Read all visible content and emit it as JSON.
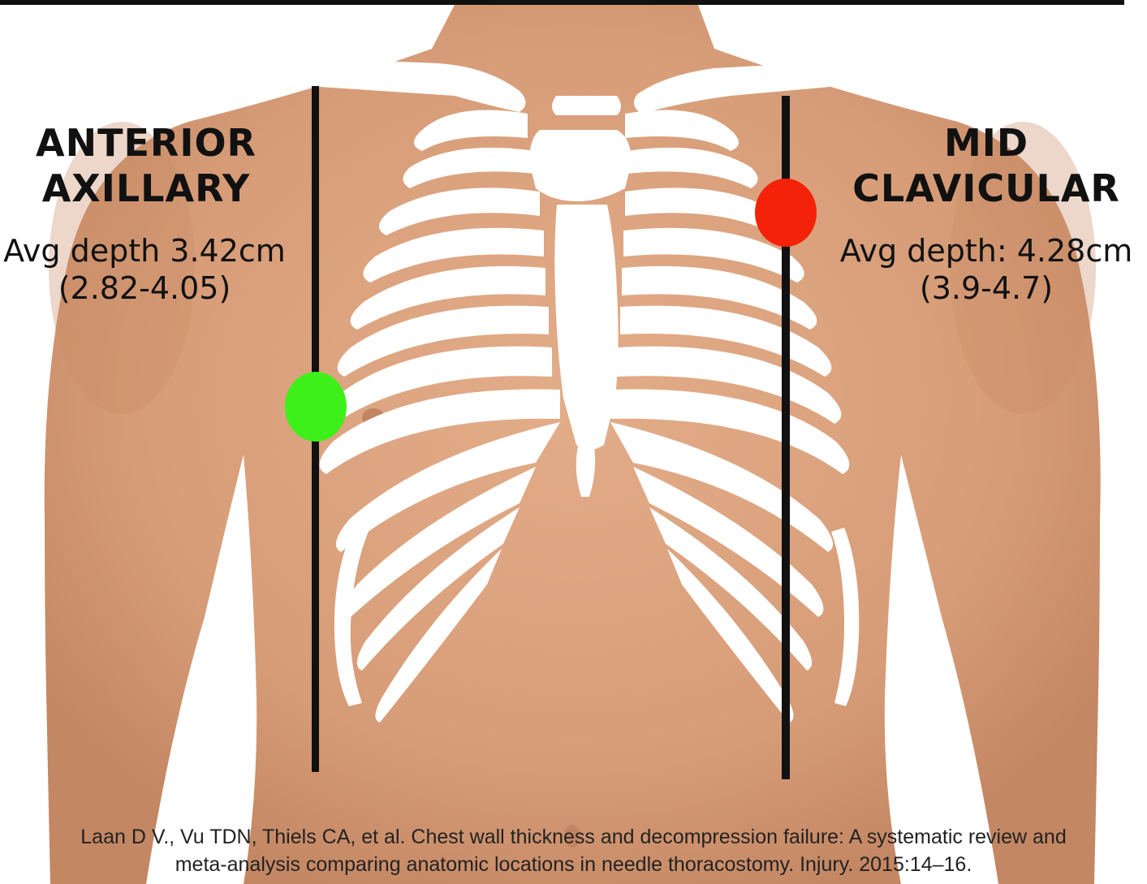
{
  "left_label": {
    "heading_line1": "ANTERIOR",
    "heading_line2": "AXILLARY",
    "depth_line1": "Avg depth 3.42cm",
    "depth_line2": "(2.82-4.05)",
    "marker_color": "#3df01a"
  },
  "right_label": {
    "heading_line1": "MID",
    "heading_line2": "CLAVICULAR",
    "depth_line1": "Avg depth: 4.28cm",
    "depth_line2": "(3.9-4.7)",
    "marker_color": "#f5220a"
  },
  "citation": {
    "line1": "Laan D V., Vu TDN, Thiels CA, et al. Chest wall thickness and decompression failure: A systematic review and",
    "line2": "meta-analysis comparing anatomic locations in needle thoracostomy. Injury. 2015:14–16."
  },
  "colors": {
    "skin": "#d9a27e",
    "skin_shadow": "#c58a65",
    "bone": "#ffffff",
    "guide_line": "#111111"
  }
}
